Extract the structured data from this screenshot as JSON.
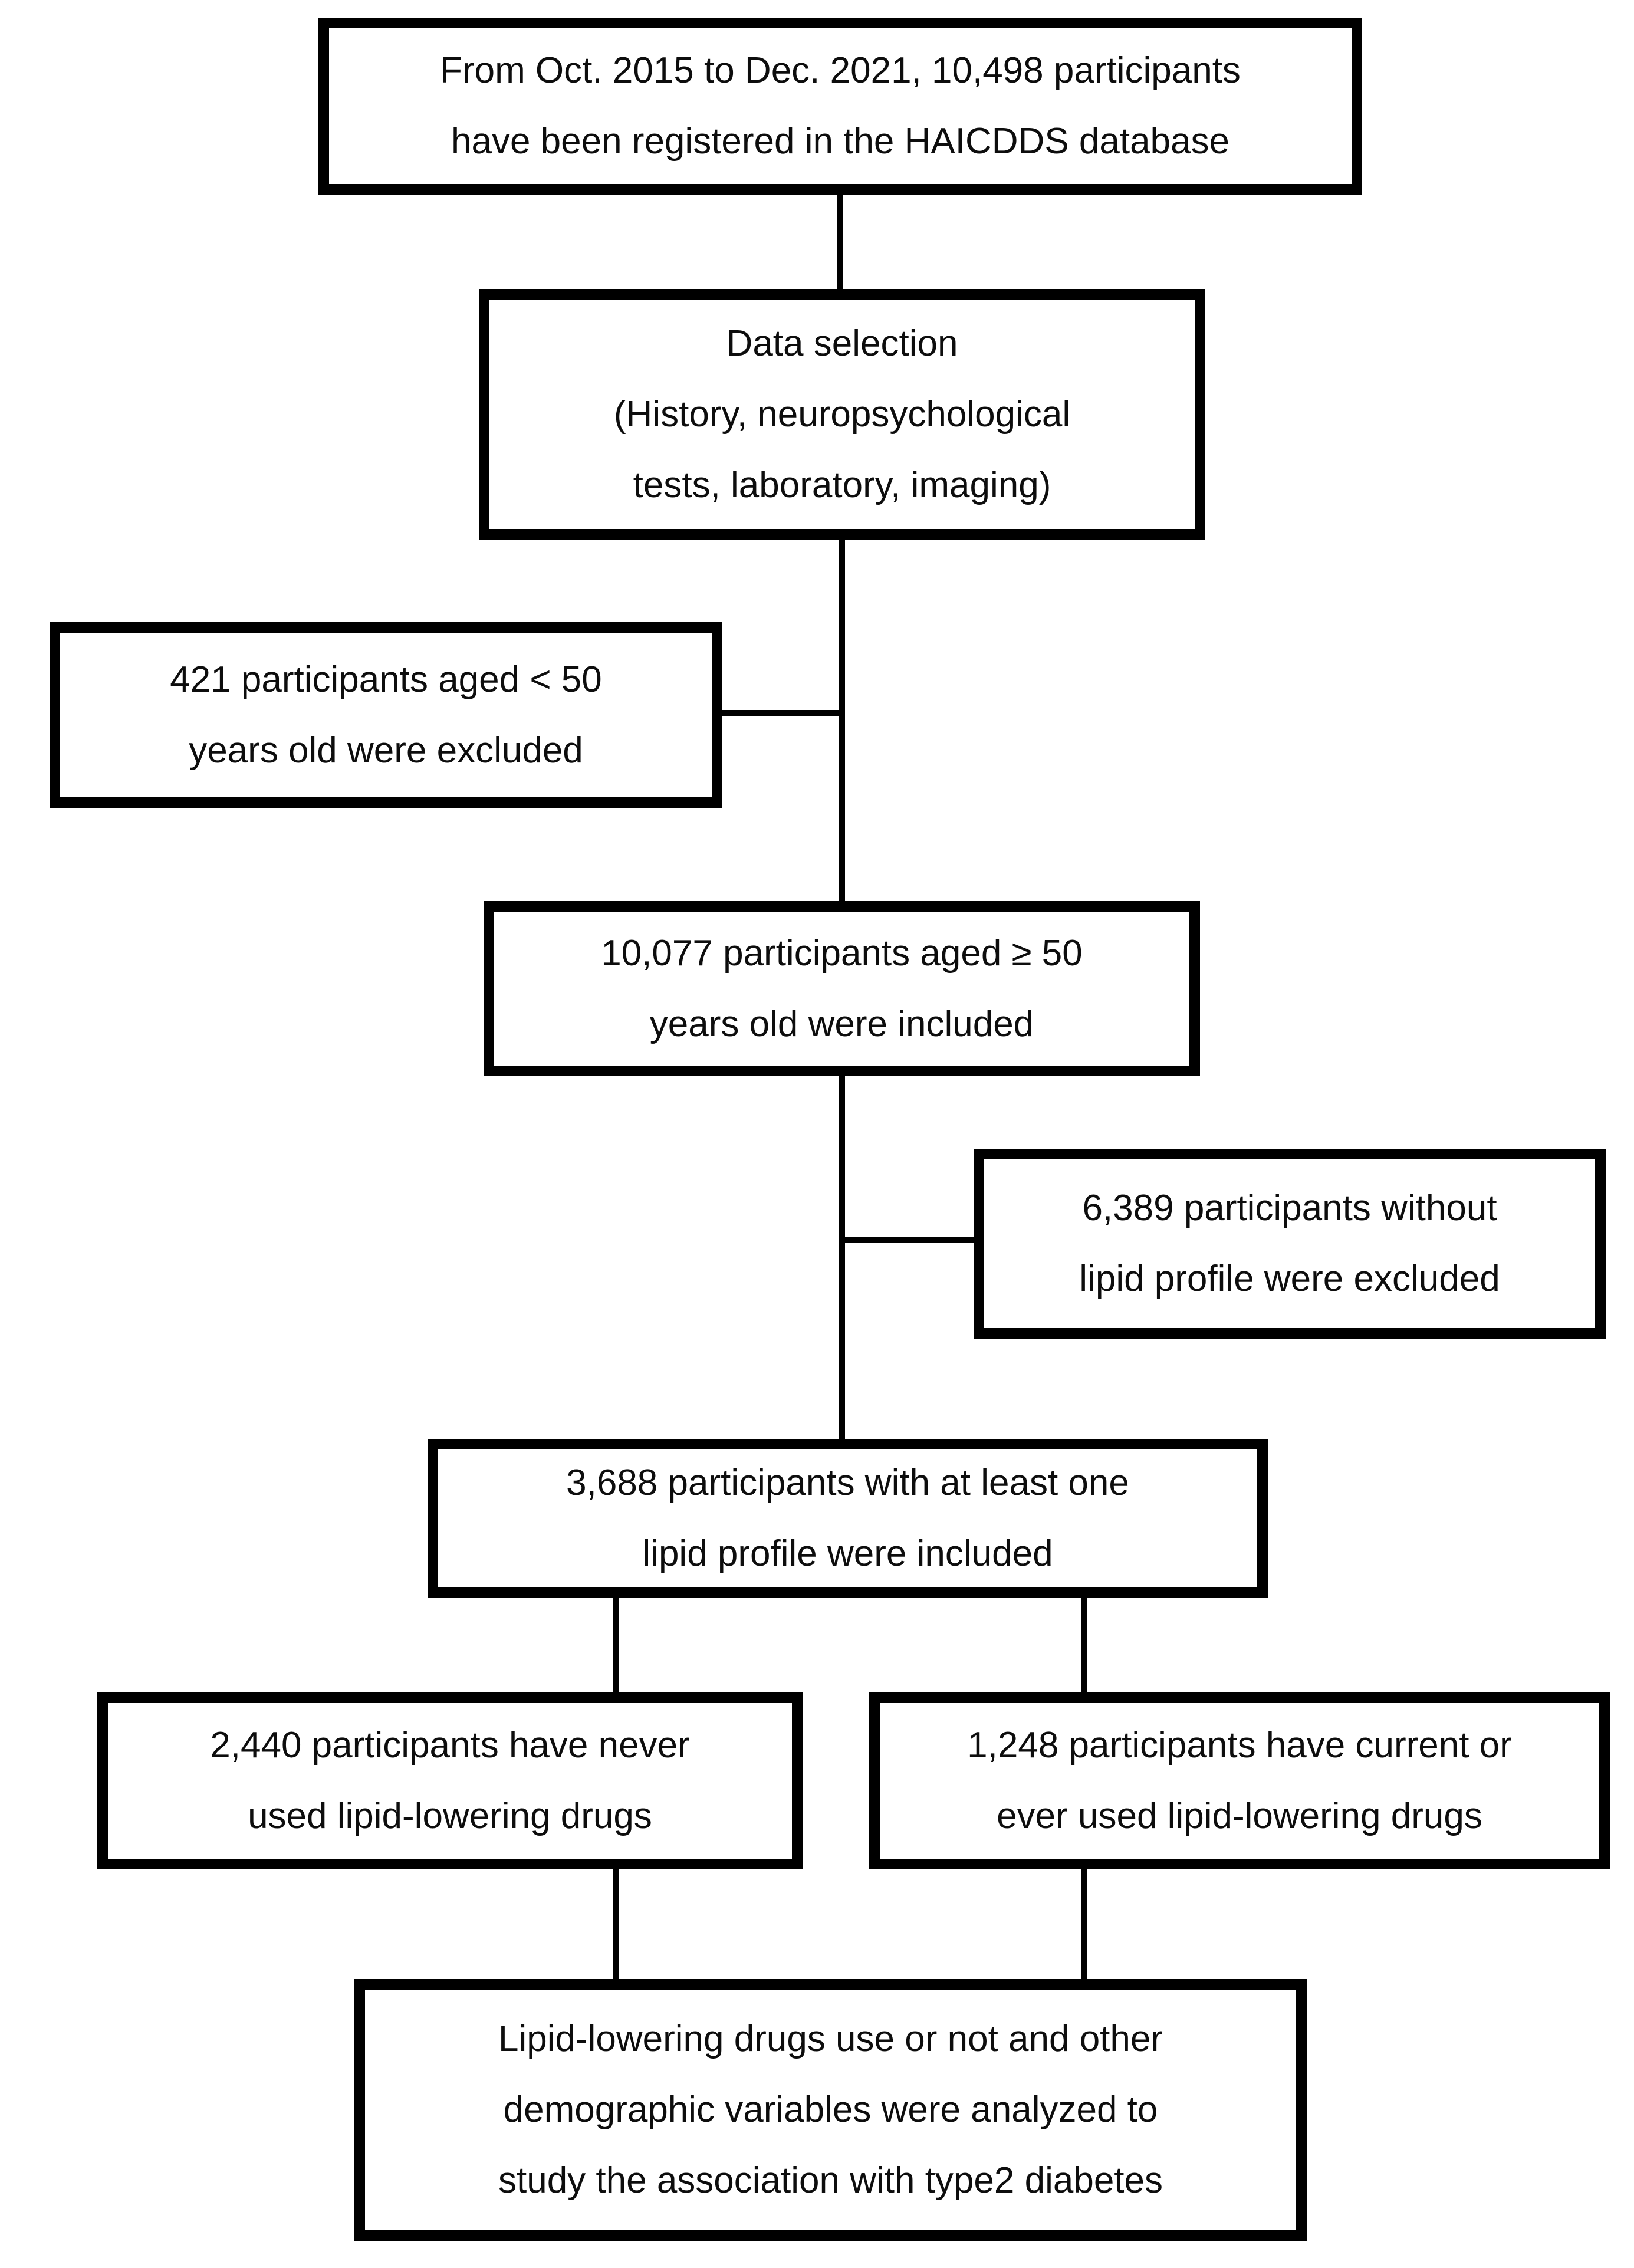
{
  "figure": {
    "type": "participant-selection-flowchart",
    "background_color": "#ffffff",
    "box_border_color": "#000000",
    "text_color": "#0d0d0d",
    "nodes": [
      {
        "id": "registered",
        "text": "From Oct. 2015 to Dec. 2021, 10,498 participants\nhave been registered in the HAICDDS database"
      },
      {
        "id": "data-selection",
        "text": "Data selection\n(History, neuropsychological\ntests, laboratory, imaging)"
      },
      {
        "id": "excluded-age",
        "text": "421 participants aged < 50\nyears old were excluded"
      },
      {
        "id": "included-age",
        "text": "10,077 participants aged ≥ 50\nyears old were included"
      },
      {
        "id": "excluded-no-lipid",
        "text": "6,389 participants without\nlipid profile were excluded"
      },
      {
        "id": "included-lipid",
        "text": "3,688 participants with at least one\nlipid profile were included"
      },
      {
        "id": "never-used",
        "text": "2,440 participants have never\nused lipid-lowering drugs"
      },
      {
        "id": "ever-used",
        "text": "1,248 participants have current or\never used lipid-lowering drugs"
      },
      {
        "id": "analysis",
        "text": "Lipid-lowering drugs use or not and other\ndemographic variables were analyzed to\nstudy the association with type2 diabetes"
      }
    ]
  }
}
